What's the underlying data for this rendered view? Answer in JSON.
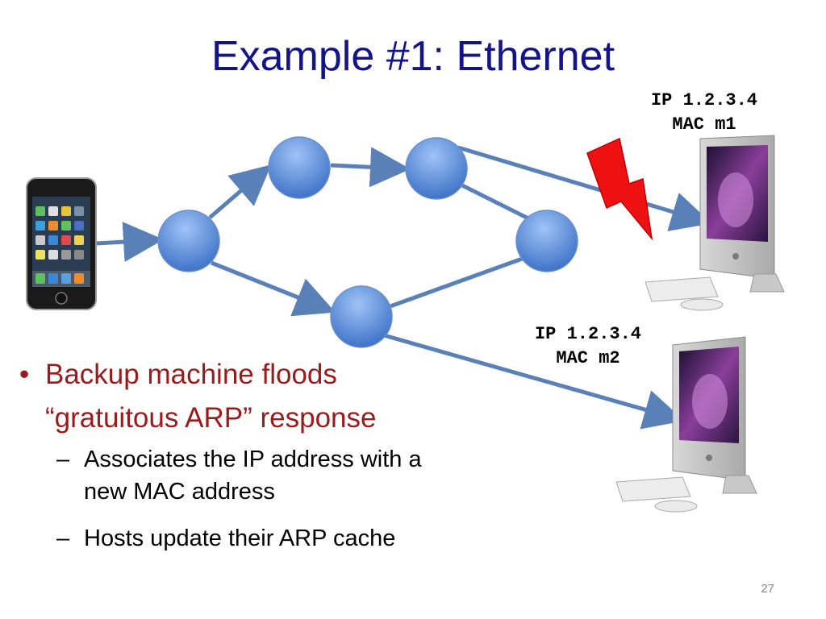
{
  "slide": {
    "title": "Example #1: Ethernet",
    "page_number": "27"
  },
  "hosts": {
    "primary": {
      "ip": "IP 1.2.3.4",
      "mac": "MAC m1"
    },
    "backup": {
      "ip": "IP 1.2.3.4",
      "mac": "MAC m2"
    }
  },
  "bullets": {
    "main": "Backup machine floods “gratuitous ARP” response",
    "sub1": "Associates the IP address with a new MAC address",
    "sub2": "Hosts update their ARP cache",
    "bullet_glyph": "•",
    "dash_glyph": "–"
  },
  "colors": {
    "title": "#13138a",
    "bullet_main": "#9a1b1b",
    "node_fill": "#5b8fe0",
    "arrow": "#5a80b8",
    "failure": "#ee1111"
  }
}
